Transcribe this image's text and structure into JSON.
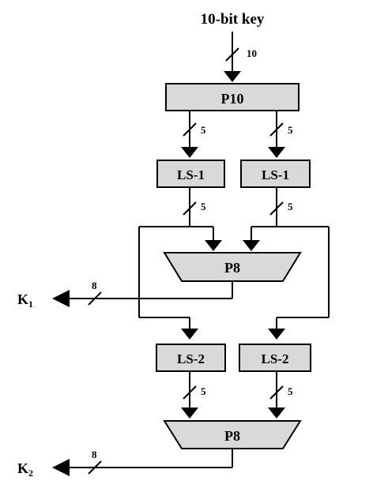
{
  "diagram": {
    "title": "10-bit key",
    "input_width": "10",
    "p10": "P10",
    "ls1_left": "LS-1",
    "ls1_right": "LS-1",
    "ls2_left": "LS-2",
    "ls2_right": "LS-2",
    "p8_top": "P8",
    "p8_bottom": "P8",
    "width_5": "5",
    "width_8": "8",
    "k1_base": "K",
    "k1_sub": "1",
    "k2_base": "K",
    "k2_sub": "2"
  }
}
